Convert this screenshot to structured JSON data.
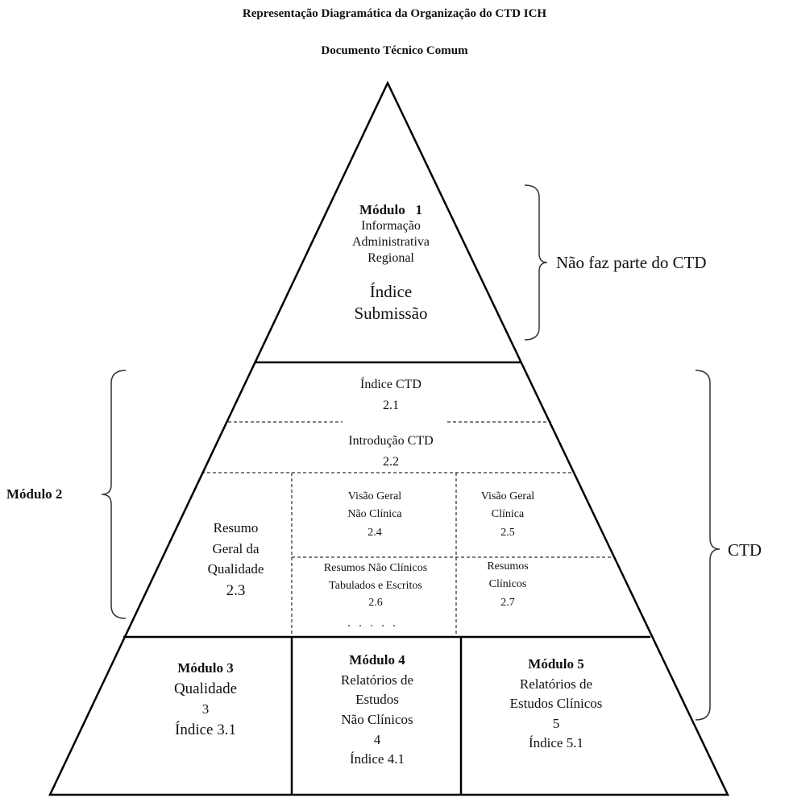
{
  "header": {
    "title": "Representação Diagramática da Organização do CTD ICH",
    "subtitle": "Documento Técnico Comum"
  },
  "module1": {
    "heading": "Módulo   1",
    "line1": "Informação",
    "line2": "Administrativa",
    "line3": "Regional",
    "line4": "Índice",
    "line5": "Submissão"
  },
  "module2": {
    "label": "Módulo 2",
    "indice": {
      "line1": "Índice CTD",
      "line2": "2.1"
    },
    "intro": {
      "line1": "Introdução CTD",
      "line2": "2.2"
    },
    "resumo": {
      "line1": "Resumo",
      "line2": "Geral da",
      "line3": "Qualidade",
      "line4": "2.3"
    },
    "visao_nc": {
      "line1": "Visão Geral",
      "line2": "Não Clínica",
      "line3": "2.4"
    },
    "visao_c": {
      "line1": "Visão Geral",
      "line2": "Clínica",
      "line3": "2.5"
    },
    "resumos_nc": {
      "line1": "Resumos Não Clínicos",
      "line2": "Tabulados e Escritos",
      "line3": "2.6"
    },
    "resumos_c": {
      "line1": "Resumos",
      "line2": "Clínicos",
      "line3": "2.7"
    }
  },
  "module3": {
    "heading": "Módulo 3",
    "line1": "Qualidade",
    "line2": "3",
    "line3": "Índice 3.1"
  },
  "module4": {
    "heading": "Módulo 4",
    "line1": "Relatórios de",
    "line2": "Estudos",
    "line3": "Não Clínicos",
    "line4": "4",
    "line5": "Índice 4.1"
  },
  "module5": {
    "heading": "Módulo 5",
    "line1": "Relatórios de",
    "line2": "Estudos Clínicos",
    "line3": "5",
    "line4": "Índice 5.1"
  },
  "brackets": {
    "not_ctd": "Não faz parte do CTD",
    "ctd": "CTD"
  }
}
